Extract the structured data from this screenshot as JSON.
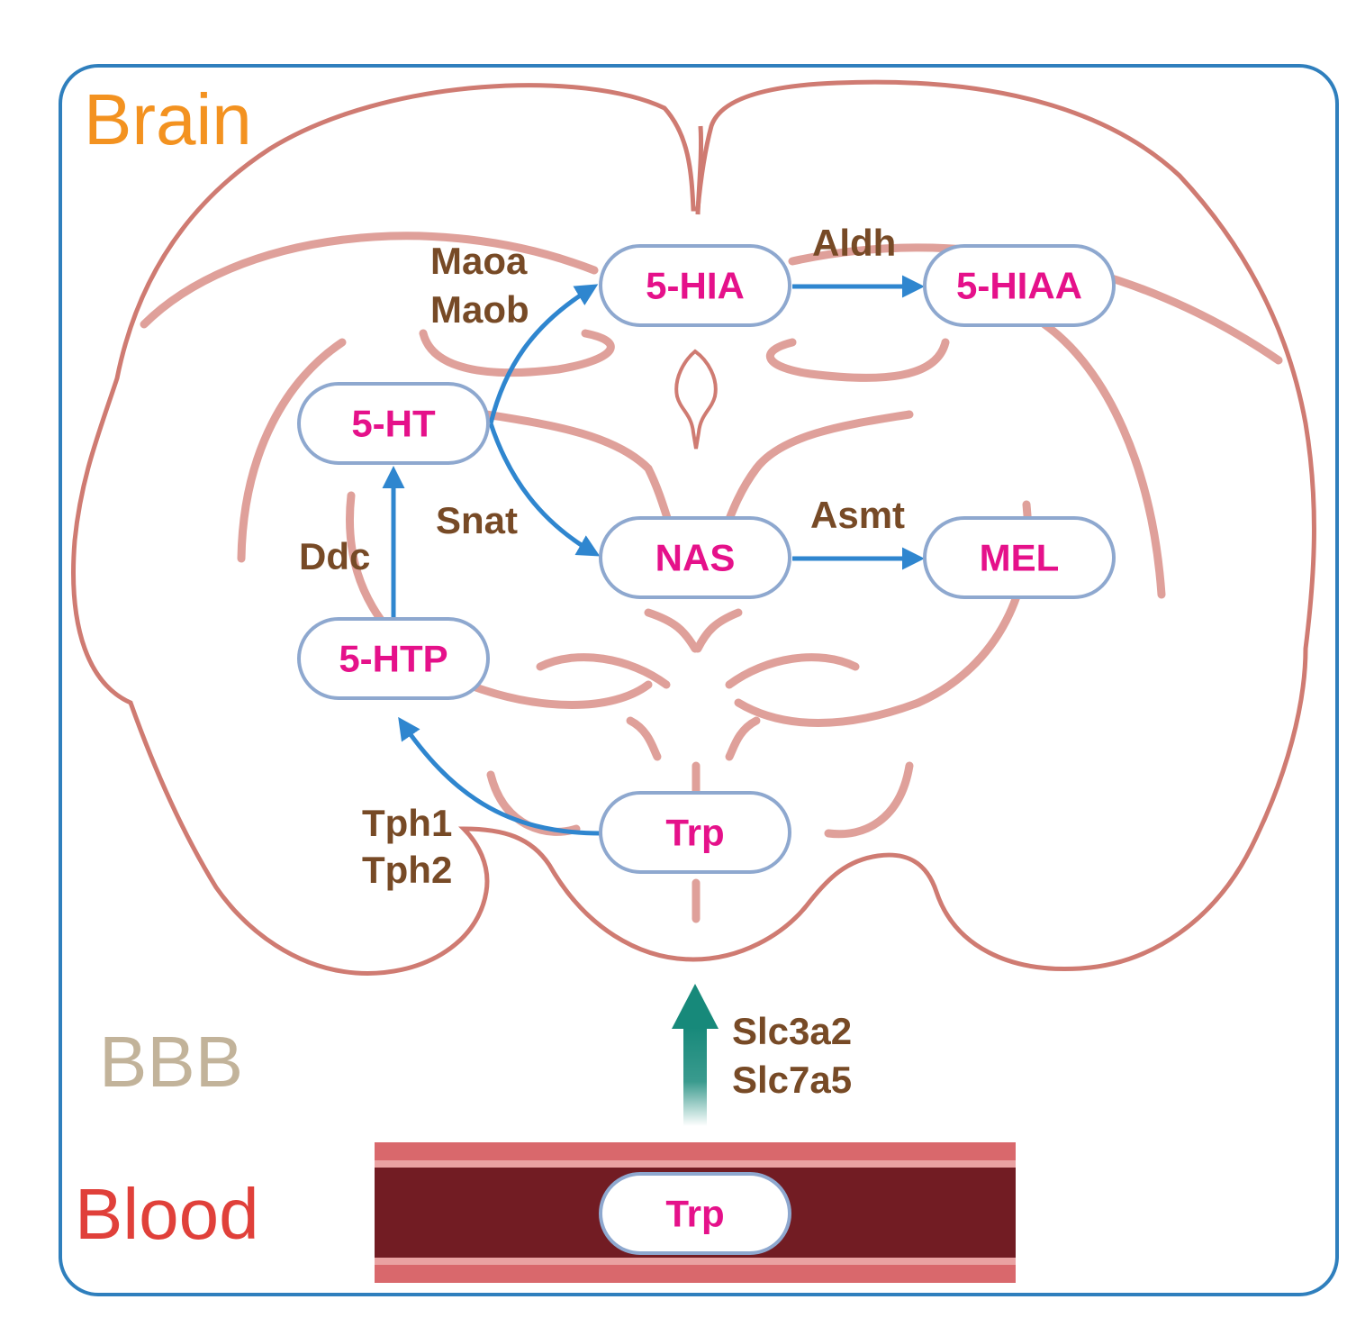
{
  "colors": {
    "frame": "#2f7fbd",
    "brain_fill": "#e9d0c8",
    "brain_outline": "#cf7b72",
    "node_text": "#e5118a",
    "enzyme_text": "#774a26",
    "arrow": "#2f86cf",
    "transport_arrow": "#17897a",
    "vessel_lumen": "#721c23",
    "vessel_wall": "#d9686c",
    "brain_label": "#f39220",
    "bbb_label": "#c2b39a",
    "blood_label": "#e0403a"
  },
  "regions": {
    "brain": "Brain",
    "bbb": "BBB",
    "blood": "Blood"
  },
  "nodes": {
    "hia": "5-HIA",
    "hiaa": "5-HIAA",
    "ht": "5-HT",
    "nas": "NAS",
    "mel": "MEL",
    "htp": "5-HTP",
    "trp_brain": "Trp",
    "trp_blood": "Trp"
  },
  "enzymes": {
    "maoa": "Maoa",
    "maob": "Maob",
    "aldh": "Aldh",
    "snat": "Snat",
    "asmt": "Asmt",
    "ddc": "Ddc",
    "tph1": "Tph1",
    "tph2": "Tph2",
    "slc3a2": "Slc3a2",
    "slc7a5": "Slc7a5"
  }
}
